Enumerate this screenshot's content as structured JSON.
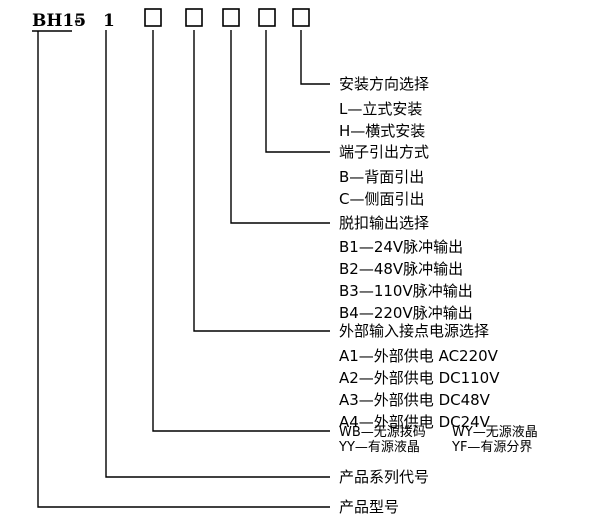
{
  "header": {
    "model": "BH15",
    "dash": "-",
    "num": "1"
  },
  "groups": {
    "install_dir": {
      "title": "安装方向选择",
      "options": [
        "L—立式安装",
        "H—横式安装"
      ]
    },
    "terminal": {
      "title": "端子引出方式",
      "options": [
        "B—背面引出",
        "C—侧面引出"
      ]
    },
    "trip_output": {
      "title": "脱扣输出选择",
      "options": [
        "B1—24V脉冲输出",
        "B2—48V脉冲输出",
        "B3—110V脉冲输出",
        "B4—220V脉冲输出"
      ]
    },
    "ext_power": {
      "title": "外部输入接点电源选择",
      "options": [
        "A1—外部供电 AC220V",
        "A2—外部供电 DC110V",
        "A3—外部供电 DC48V",
        "A4—外部供电 DC24V"
      ]
    },
    "display": {
      "row1_left": "WB—无源拨码",
      "row1_right": "WY—无源液晶",
      "row2_left": "YY—有源液晶",
      "row2_right": "YF—有源分界"
    },
    "series": {
      "title": "产品系列代号"
    },
    "model_no": {
      "title": "产品型号"
    }
  }
}
